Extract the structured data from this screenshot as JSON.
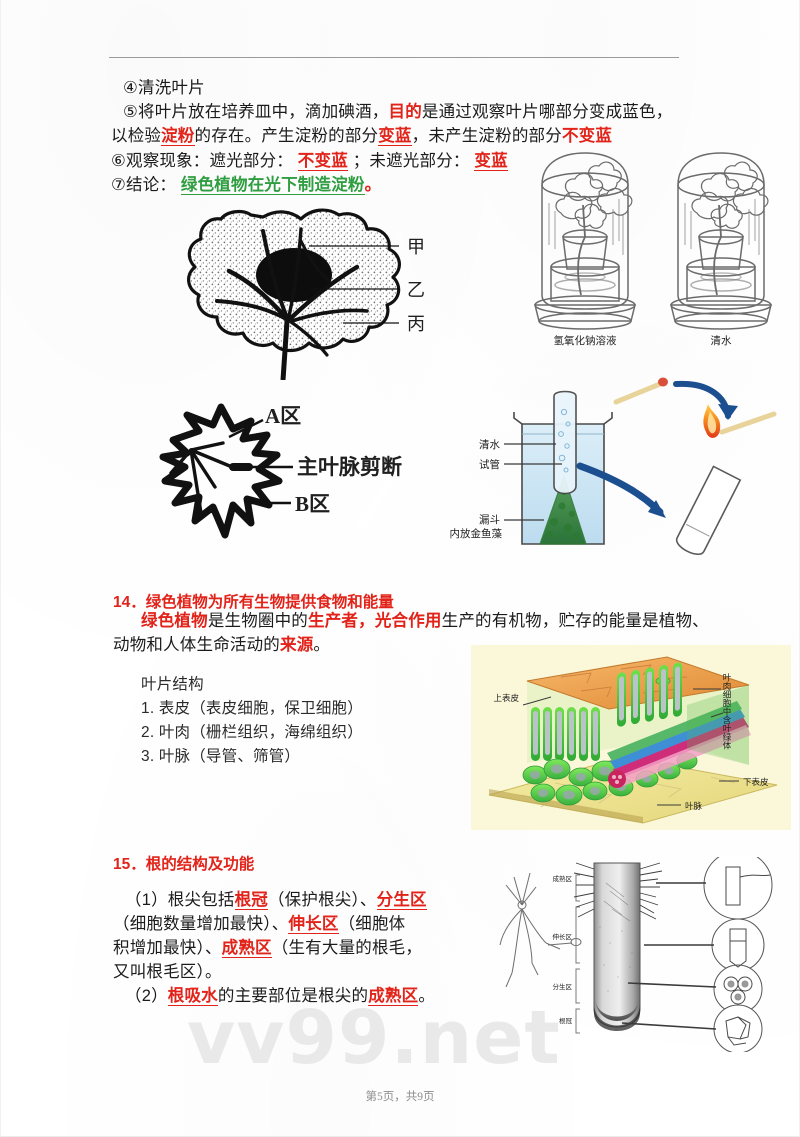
{
  "document": {
    "page_footer": "第5页，共9页",
    "watermark": "vv99.net"
  },
  "steps": {
    "s4": "④清洗叶片",
    "s5_a": "⑤将叶片放在培养皿中，滴加碘酒，",
    "s5_b": "目的",
    "s5_c": "是通过观察叶片哪部分变成蓝色，",
    "s5_d": "以检验",
    "s5_e": "淀粉",
    "s5_f": "的存在。产生淀粉的部分",
    "s5_g": "变蓝",
    "s5_h": "，未产生淀粉的部分",
    "s5_i": "不变蓝",
    "s6_a": "⑥观察现象：遮光部分：",
    "s6_b": "不变蓝",
    "s6_c": "；未遮光部分：",
    "s6_d": "变蓝",
    "s7_a": "⑦结论：",
    "s7_b": "绿色植物在光下制造淀粉",
    "s7_c": "。"
  },
  "leaf_figure": {
    "labels": [
      "甲",
      "乙",
      "丙"
    ]
  },
  "maple_figure": {
    "label_a": "A区",
    "label_cut": "主叶脉剪断",
    "label_b": "B区"
  },
  "bell_jar_figure": {
    "left_label": "氢氧化钠溶液",
    "right_label": "清水"
  },
  "beaker_figure": {
    "label_water": "清水",
    "label_tube": "试管",
    "label_funnel_1": "漏斗",
    "label_funnel_2": "内放金鱼藻"
  },
  "section14": {
    "heading": "14．绿色植物为所有生物提供食物和能量",
    "p1_a": "绿色植物",
    "p1_b": "是生物圈中的",
    "p1_c": "生产者",
    "p1_d": "，",
    "p1_e": "光合作用",
    "p1_f": "生产的有机物，贮存的能量是植物、",
    "p2_a": "动物和人体生命活动的",
    "p2_b": "来源",
    "p2_c": "。",
    "list_title": "叶片结构",
    "list": [
      "1. 表皮（表皮细胞，保卫细胞）",
      "2. 叶肉（栅栏组织，海绵组织）",
      "3. 叶脉（导管、筛管）"
    ]
  },
  "leaf_cross_figure": {
    "label_upper": "上表皮",
    "label_mesophyll": "叶肉细胞中含叶绿体",
    "label_lower": "下表皮",
    "label_vein": "叶脉"
  },
  "section15": {
    "heading": "15．根的结构及功能",
    "l1_a": "（1）根尖包括",
    "l1_b": "根冠",
    "l1_c": "（保护根尖）、",
    "l1_d": "分生区",
    "l2_a": "（细胞数量增加最快）、",
    "l2_b": "伸长区",
    "l2_c": "（细胞体",
    "l3_a": "积增加最快）、",
    "l3_b": "成熟区",
    "l3_c": "（生有大量的根毛，",
    "l4_a": "又叫根毛区）。",
    "l5_a": "（2）",
    "l5_b": "根吸水",
    "l5_c": "的主要部位是根尖的",
    "l5_d": "成熟区",
    "l5_e": "。"
  },
  "root_figure": {
    "labels": [
      "成熟区",
      "伸长区",
      "分生区",
      "根冠"
    ]
  },
  "colors": {
    "red": "#e2231a",
    "green": "#2f9e41",
    "text": "#1b1b1b",
    "rule": "#9a9a9a",
    "watermark": "#e9e9e9"
  }
}
